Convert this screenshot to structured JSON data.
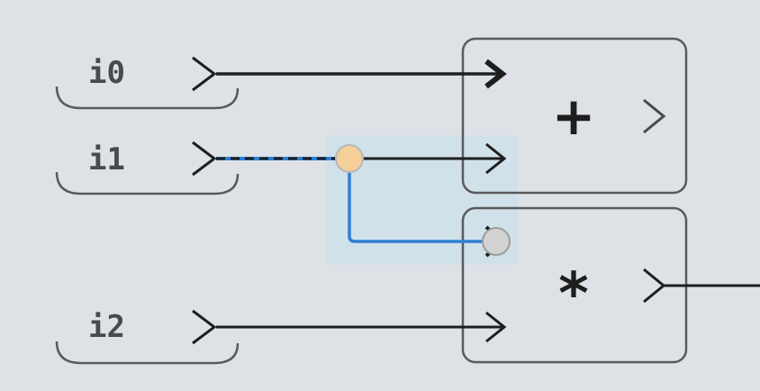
{
  "inputs": [
    {
      "label": "i0"
    },
    {
      "label": "i1"
    },
    {
      "label": "i2"
    }
  ],
  "operators": [
    {
      "name": "add",
      "symbol": "+"
    },
    {
      "name": "multiply",
      "symbol": "*"
    }
  ],
  "colors": {
    "background": "#dee2e6",
    "wire": "#1e1e1e",
    "selected_wire": "#2f7fd3",
    "selection_box": "#cfe0ea",
    "source_handle": "#f5cf98",
    "target_handle": "#d3d3d3",
    "outline": "#5a5a5a"
  }
}
